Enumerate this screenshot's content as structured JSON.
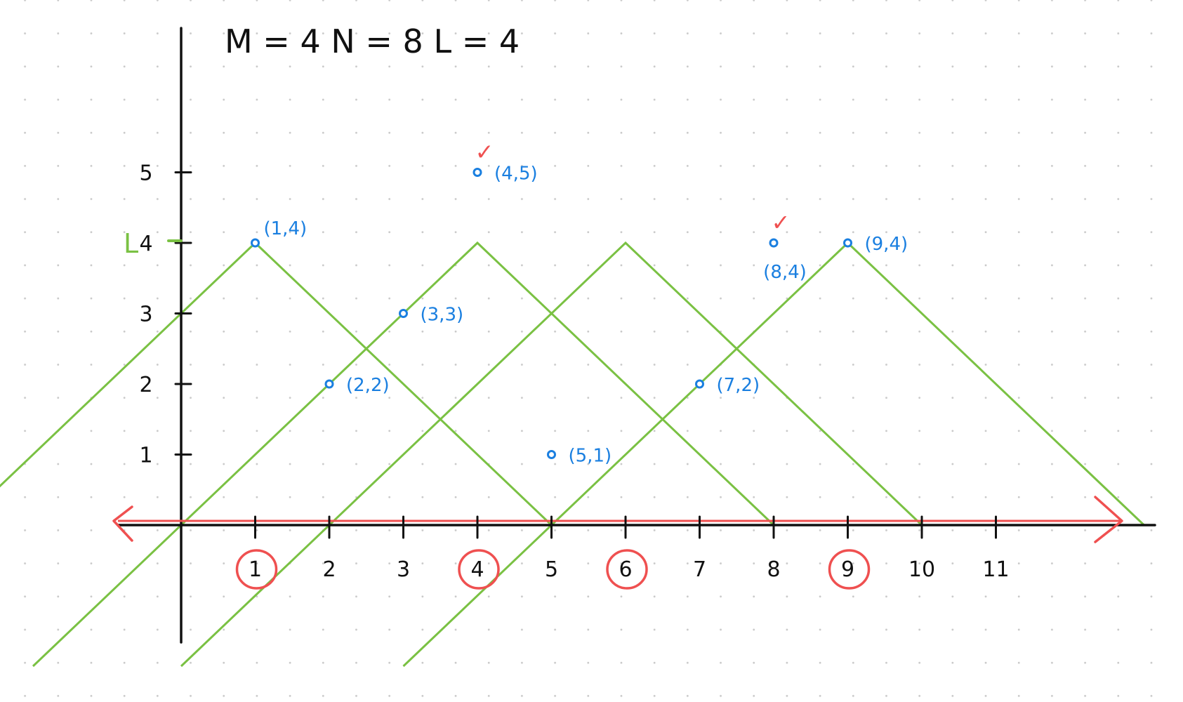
{
  "colors": {
    "axis": "#111111",
    "lines": "#7ac143",
    "points": "#1a7fe0",
    "arrow": "#ef5050",
    "highlight": "#ef5050"
  },
  "header": {
    "params": "M = 4    N = 8    L = 4"
  },
  "level_label": "L",
  "chart_data": {
    "type": "scatter",
    "x_ticks": [
      {
        "value": 1,
        "label": "1",
        "circled": true
      },
      {
        "value": 2,
        "label": "2",
        "circled": false
      },
      {
        "value": 3,
        "label": "3",
        "circled": false
      },
      {
        "value": 4,
        "label": "4",
        "circled": true
      },
      {
        "value": 5,
        "label": "5",
        "circled": false
      },
      {
        "value": 6,
        "label": "6",
        "circled": true
      },
      {
        "value": 7,
        "label": "7",
        "circled": false
      },
      {
        "value": 8,
        "label": "8",
        "circled": false
      },
      {
        "value": 9,
        "label": "9",
        "circled": true
      },
      {
        "value": 10,
        "label": "10",
        "circled": false
      },
      {
        "value": 11,
        "label": "11",
        "circled": false
      }
    ],
    "y_ticks": [
      {
        "value": 1,
        "label": "1"
      },
      {
        "value": 2,
        "label": "2"
      },
      {
        "value": 3,
        "label": "3"
      },
      {
        "value": 4,
        "label": "4"
      },
      {
        "value": 5,
        "label": "5"
      }
    ],
    "points": [
      {
        "x": 1,
        "y": 4,
        "label": "(1,4)",
        "checked": false
      },
      {
        "x": 2,
        "y": 2,
        "label": "(2,2)",
        "checked": false
      },
      {
        "x": 3,
        "y": 3,
        "label": "(3,3)",
        "checked": false
      },
      {
        "x": 4,
        "y": 5,
        "label": "(4,5)",
        "checked": true
      },
      {
        "x": 5,
        "y": 1,
        "label": "(5,1)",
        "checked": false
      },
      {
        "x": 7,
        "y": 2,
        "label": "(7,2)",
        "checked": false
      },
      {
        "x": 8,
        "y": 4,
        "label": "(8,4)",
        "checked": true
      },
      {
        "x": 9,
        "y": 4,
        "label": "(9,4)",
        "checked": false
      }
    ],
    "peaks": [
      {
        "x": 1,
        "y": 4
      },
      {
        "x": 4,
        "y": 4
      },
      {
        "x": 6,
        "y": 4
      },
      {
        "x": 9,
        "y": 4
      }
    ],
    "check_mark": "✓"
  }
}
